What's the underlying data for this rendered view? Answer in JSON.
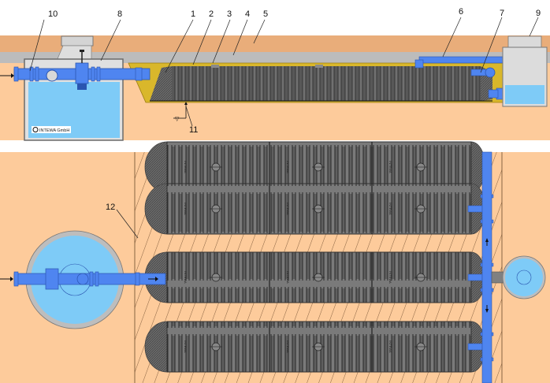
{
  "diagram": {
    "title_hidden": "",
    "section_view": {
      "labels": [
        "1",
        "2",
        "3",
        "4",
        "5",
        "6",
        "7",
        "8",
        "9",
        "10",
        "11"
      ],
      "copyright": "INTEWA GmbH",
      "groundwater_symbol": "▽"
    },
    "plan_view": {
      "labels": [
        "12"
      ],
      "module_text": "INTEWA",
      "rows": 4
    },
    "colors": {
      "soil": "#fdcb9b",
      "topsoil": "#e9ad7a",
      "gravel_layer": "#bcbcbc",
      "fill_yellow": "#d9b72b",
      "water": "#7ecbf7",
      "pipe": "#4f85f0",
      "module": "#6e6e6e",
      "shaft": "#dadada"
    }
  }
}
